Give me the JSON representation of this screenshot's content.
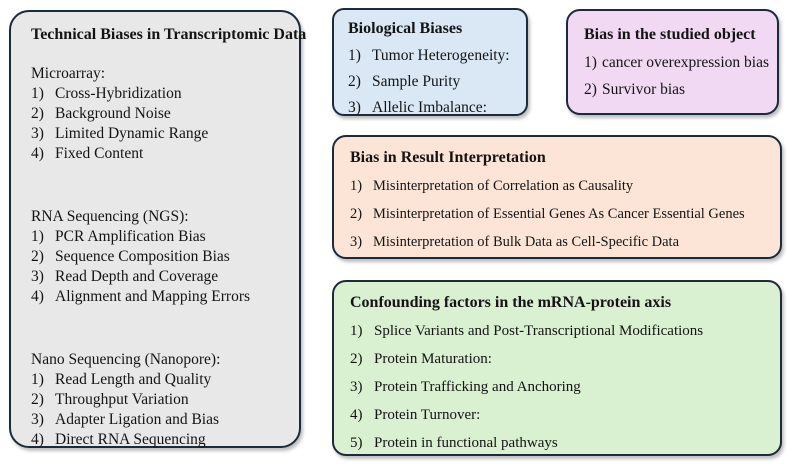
{
  "colors": {
    "technical-bg": "#e8e8e8",
    "biological-bg": "#dae8f5",
    "studied-bg": "#f1d8f3",
    "interpretation-bg": "#fce5d7",
    "confounding-bg": "#d9f0d1",
    "border": "#1b2a3d",
    "text": "#141414"
  },
  "technical": {
    "title": "Technical Biases in Transcriptomic Data",
    "sections": [
      {
        "heading": "Microarray:",
        "items": [
          {
            "num": "1)",
            "text": "Cross-Hybridization"
          },
          {
            "num": "2)",
            "text": "Background Noise"
          },
          {
            "num": "3)",
            "text": "Limited Dynamic Range"
          },
          {
            "num": "4)",
            "text": "Fixed Content"
          }
        ]
      },
      {
        "heading": "RNA Sequencing (NGS):",
        "items": [
          {
            "num": "1)",
            "text": "PCR Amplification Bias"
          },
          {
            "num": "2)",
            "text": "Sequence Composition Bias"
          },
          {
            "num": "3)",
            "text": "Read Depth and Coverage"
          },
          {
            "num": "4)",
            "text": "Alignment and Mapping Errors"
          }
        ]
      },
      {
        "heading": "Nano Sequencing (Nanopore):",
        "items": [
          {
            "num": "1)",
            "text": "Read Length and Quality"
          },
          {
            "num": "2)",
            "text": "Throughput Variation"
          },
          {
            "num": "3)",
            "text": "Adapter Ligation and Bias"
          },
          {
            "num": "4)",
            "text": "Direct RNA Sequencing"
          }
        ]
      }
    ]
  },
  "biological": {
    "title": "Biological Biases",
    "items": [
      {
        "num": "1)",
        "text": "Tumor Heterogeneity:"
      },
      {
        "num": "2)",
        "text": "Sample Purity"
      },
      {
        "num": "3)",
        "text": "Allelic Imbalance:"
      }
    ]
  },
  "studied": {
    "title": "Bias in the studied object",
    "items": [
      {
        "num": "1)",
        "text": "cancer overexpression bias"
      },
      {
        "num": "2)",
        "text": "Survivor bias"
      }
    ]
  },
  "interpretation": {
    "title": "Bias in Result Interpretation",
    "items": [
      {
        "num": "1)",
        "text": "Misinterpretation of Correlation as Causality"
      },
      {
        "num": "2)",
        "text": "Misinterpretation of Essential Genes As Cancer Essential Genes"
      },
      {
        "num": "3)",
        "text": "Misinterpretation of Bulk Data as Cell-Specific Data"
      }
    ]
  },
  "confounding": {
    "title": "Confounding factors in the mRNA-protein axis",
    "items": [
      {
        "num": "1)",
        "text": "Splice Variants and Post-Transcriptional Modifications"
      },
      {
        "num": "2)",
        "text": "Protein Maturation:"
      },
      {
        "num": "3)",
        "text": "Protein Trafficking and Anchoring"
      },
      {
        "num": "4)",
        "text": "Protein Turnover:"
      },
      {
        "num": "5)",
        "text": "Protein in functional pathways"
      }
    ]
  }
}
